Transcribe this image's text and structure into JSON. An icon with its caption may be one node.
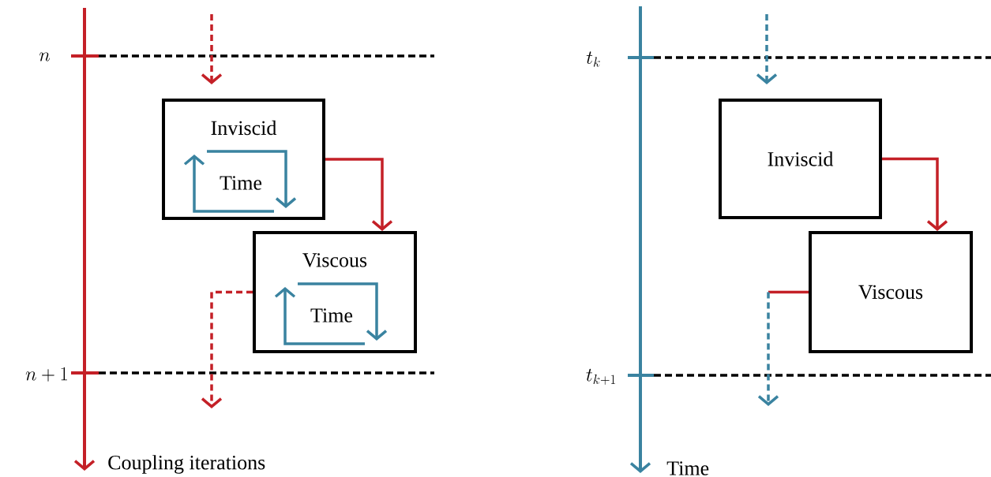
{
  "diagram": {
    "nodes": [
      {
        "text": [
          "Inviscid",
          "Time"
        ]
      },
      {
        "text": [
          "Viscous",
          "Time"
        ]
      },
      {
        "text": [
          "Inviscid"
        ]
      },
      {
        "text": [
          "Viscous"
        ]
      }
    ],
    "edges": [
      {
        "from": null,
        "to": 0,
        "arrow": "to",
        "style": "dashed"
      },
      {
        "from": 0,
        "to": 1,
        "arrow": "to"
      },
      {
        "from": 1,
        "to": null,
        "arrow": "to",
        "style": "dashed"
      },
      {
        "from": null,
        "to": 2,
        "arrow": "to",
        "style": "dashed",
        "color": "#3a83a0"
      },
      {
        "from": 2,
        "to": 3,
        "arrow": "to"
      },
      {
        "from": 3,
        "to": null,
        "arrow": "to",
        "style": "dashed",
        "color": "#3a83a0"
      }
    ],
    "labels": [
      "n",
      "n+1",
      "Coupling iterations",
      "t_k",
      "t_{k+1}",
      "Time"
    ]
  }
}
